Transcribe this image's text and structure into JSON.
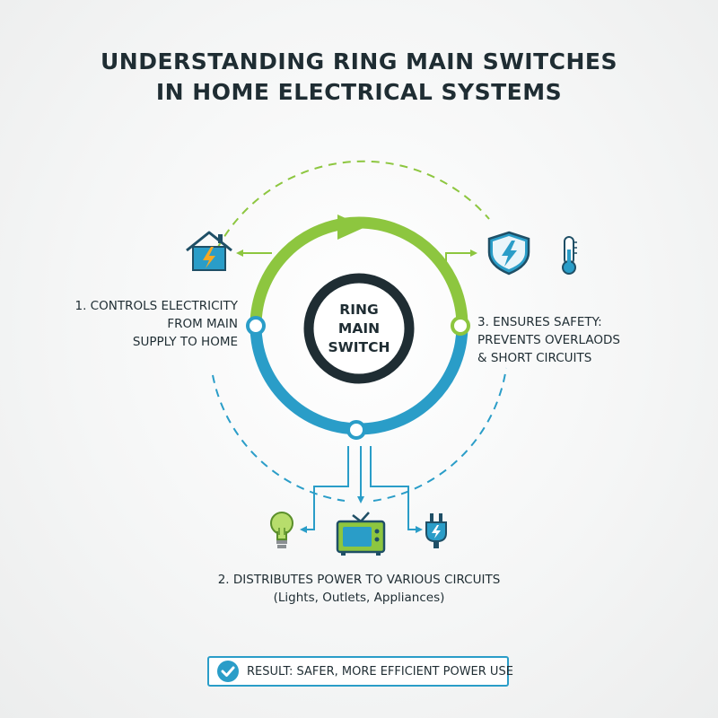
{
  "title": {
    "line1": "UNDERSTANDING RING MAIN SWITCHES",
    "line2": "IN HOME ELECTRICAL SYSTEMS"
  },
  "center": {
    "line1": "RING",
    "line2": "MAIN",
    "line3": "SWITCH"
  },
  "points": {
    "one": {
      "line1": "1. CONTROLS ELECTRICITY",
      "line2": "FROM MAIN",
      "line3": "SUPPLY TO HOME"
    },
    "two": {
      "line1": "2. DISTRIBUTES POWER TO VARIOUS CIRCUITS",
      "line2": "(Lights, Outlets, Appliances)"
    },
    "three": {
      "line1": "3. ENSURES SAFETY:",
      "line2": "PREVENTS OVERLAODS",
      "line3": "& SHORT CIRCUITS"
    }
  },
  "result": {
    "text": "RESULT: SAFER, MORE EFFICIENT POWER USE"
  },
  "icons": [
    "house-bolt-icon",
    "shield-bolt-icon",
    "thermometer-icon",
    "light-bulb-icon",
    "television-icon",
    "plug-icon",
    "check-circle-icon"
  ],
  "colors": {
    "green": "#8dc63f",
    "blue": "#2a9dc8",
    "dark": "#1f2d33"
  }
}
